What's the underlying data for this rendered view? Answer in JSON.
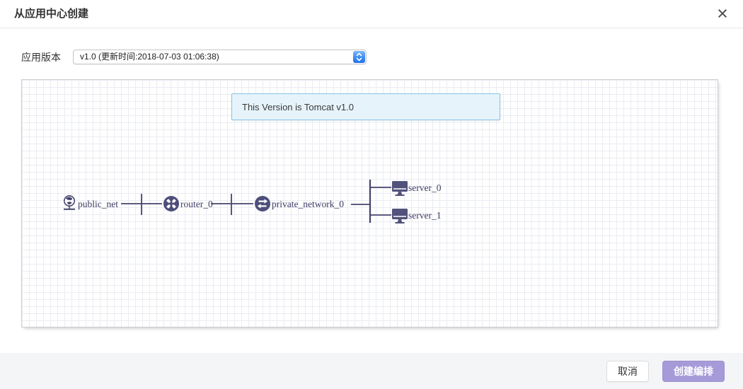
{
  "dialog": {
    "title": "从应用中心创建",
    "close_glyph": "×"
  },
  "form": {
    "version_label": "应用版本",
    "version_value": "v1.0 (更新时间:2018-07-03 01:06:38)"
  },
  "canvas": {
    "note_text": "This Version is Tomcat v1.0",
    "topology": {
      "nodes": [
        {
          "id": "public_net",
          "label": "public_net",
          "type": "external-network",
          "icon": "globe-icon"
        },
        {
          "id": "router_0",
          "label": "router_0",
          "type": "router",
          "icon": "router-icon"
        },
        {
          "id": "private_network_0",
          "label": "private_network_0",
          "type": "private-network",
          "icon": "swap-arrows-icon"
        },
        {
          "id": "server_0",
          "label": "server_0",
          "type": "server",
          "icon": "monitor-icon"
        },
        {
          "id": "server_1",
          "label": "server_1",
          "type": "server",
          "icon": "monitor-icon"
        }
      ],
      "edges": [
        {
          "from": "public_net",
          "to": "router_0"
        },
        {
          "from": "router_0",
          "to": "private_network_0"
        },
        {
          "from": "private_network_0",
          "to": "server_0"
        },
        {
          "from": "private_network_0",
          "to": "server_1"
        }
      ]
    }
  },
  "footer": {
    "cancel_label": "取消",
    "create_label": "创建编排"
  },
  "colors": {
    "topology_line": "#46466f",
    "topology_icon": "#4e4e7b",
    "topology_text": "#3d3d66",
    "note_bg": "#e6f3fb",
    "note_border": "#85c5e8",
    "accent_purple": "#a69bd8",
    "spinner_blue": "#1f72ee",
    "footer_bg": "#f4f5f7"
  }
}
